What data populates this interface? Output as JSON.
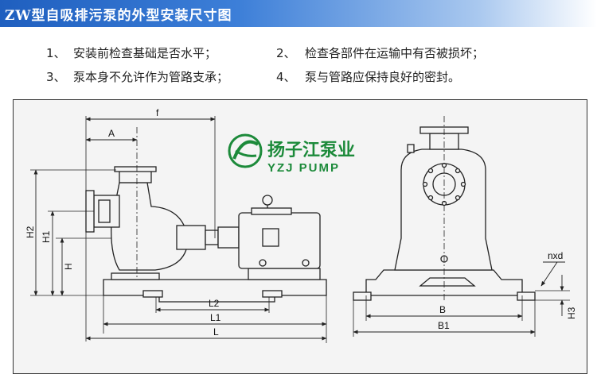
{
  "header": {
    "title": "ZW型自吸排污泵的外型安装尺寸图"
  },
  "notes": [
    {
      "num": "1、",
      "text": "安装前检查基础是否水平；"
    },
    {
      "num": "2、",
      "text": "检查各部件在运输中有否被损坏；"
    },
    {
      "num": "3、",
      "text": "泵本身不允许作为管路支承；"
    },
    {
      "num": "4、",
      "text": "泵与管路应保持良好的密封。"
    }
  ],
  "logo": {
    "cn": "扬子江泵业",
    "en": "YZJ PUMP"
  },
  "dimensions": {
    "f": "f",
    "A": "A",
    "H2": "H2",
    "H1": "H1",
    "H": "H",
    "L2": "L2",
    "L1": "L1",
    "L": "L",
    "B": "B",
    "B1": "B1",
    "nxd": "nxd",
    "H3": "H3"
  },
  "colors": {
    "accent": "#2a6fcf",
    "logo_green": "#1c8a3a",
    "line": "#222222"
  }
}
